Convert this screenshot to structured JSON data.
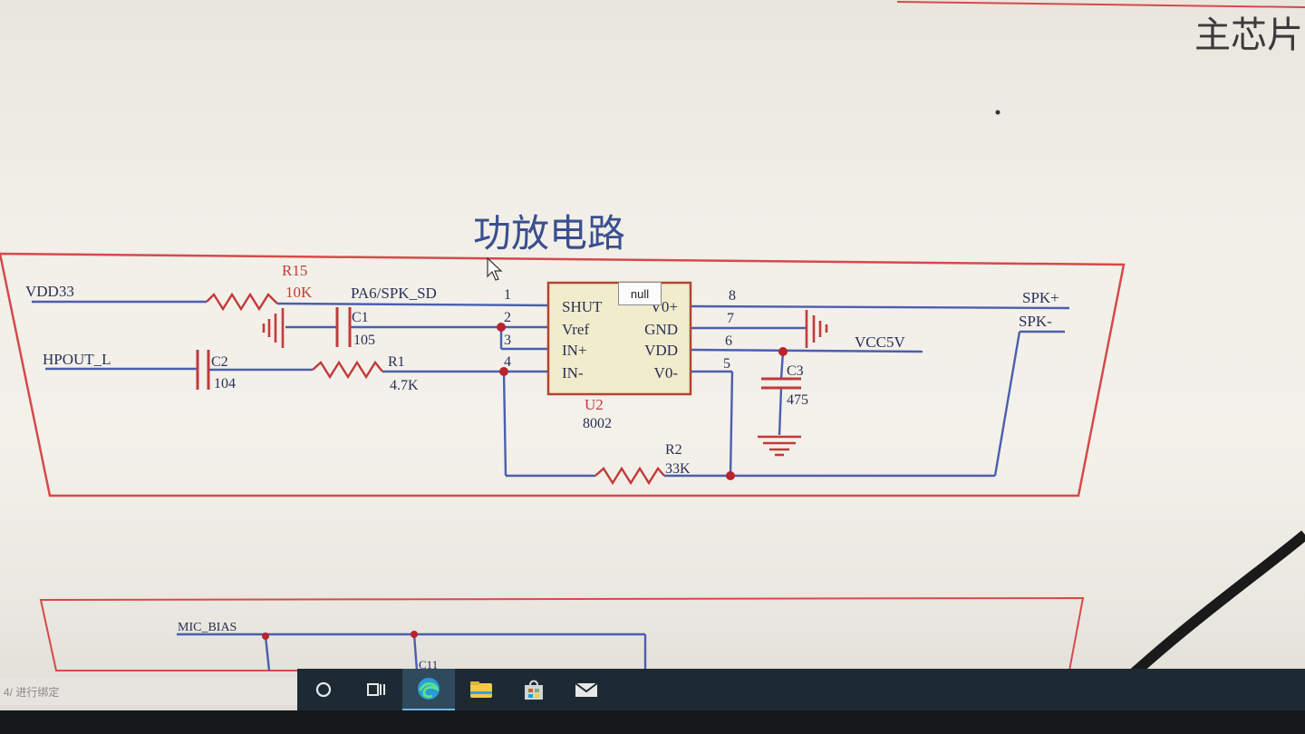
{
  "corner_title": "主芯片",
  "section_title": "功放电路",
  "nets": {
    "vdd33": "VDD33",
    "hpout": "HPOUT_L",
    "pa6": "PA6/SPK_SD",
    "spk_pos": "SPK+",
    "spk_neg": "SPK-",
    "vcc5v": "VCC5V",
    "mic_bias": "MIC_BIAS"
  },
  "components": {
    "r15": {
      "ref": "R15",
      "value": "10K"
    },
    "c1": {
      "ref": "C1",
      "value": "105"
    },
    "c2": {
      "ref": "C2",
      "value": "104"
    },
    "r1": {
      "ref": "R1",
      "value": "4.7K"
    },
    "r2": {
      "ref": "R2",
      "value": "33K"
    },
    "c3": {
      "ref": "C3",
      "value": "475"
    },
    "u2": {
      "ref": "U2",
      "value": "8002"
    },
    "c11": {
      "ref": "C11"
    }
  },
  "ic_pins": {
    "left": [
      {
        "num": "1",
        "name": "SHUT"
      },
      {
        "num": "2",
        "name": "Vref"
      },
      {
        "num": "3",
        "name": "IN+"
      },
      {
        "num": "4",
        "name": "IN-"
      }
    ],
    "right": [
      {
        "num": "8",
        "name": "V0+"
      },
      {
        "num": "7",
        "name": "GND"
      },
      {
        "num": "6",
        "name": "VDD"
      },
      {
        "num": "5",
        "name": "V0-"
      }
    ]
  },
  "tooltip": "null",
  "status_text": "4/ 进行绑定",
  "colors": {
    "wire": "#4a5fb0",
    "frame": "#d64a4a",
    "component": "#c23a3a",
    "ic_fill": "#f1eccc",
    "ic_border": "#b5432f",
    "text": "#2a2f55",
    "taskbar": "#1d2a33"
  },
  "icons": [
    "start-circle-icon",
    "task-view-icon",
    "edge-browser-icon",
    "file-explorer-icon",
    "store-icon",
    "mail-icon",
    "mouse-cursor-icon"
  ]
}
